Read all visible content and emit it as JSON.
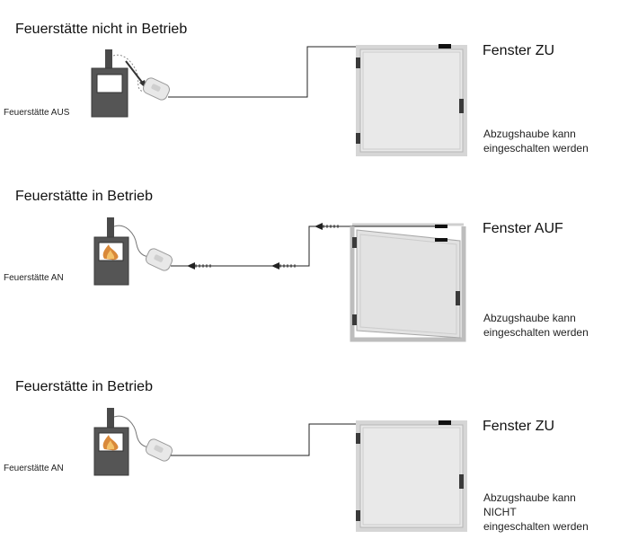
{
  "panels": [
    {
      "heading": "Feuerstätte nicht in Betrieb",
      "stove_label": "Feuerstätte AUS",
      "stove_state": "off",
      "window_label": "Fenster ZU",
      "window_state": "closed",
      "hood_text": [
        "Abzugshaube kann",
        "eingeschalten werden"
      ]
    },
    {
      "heading": "Feuerstätte in Betrieb",
      "stove_label": "Feuerstätte AN",
      "stove_state": "on",
      "window_label": "Fenster AUF",
      "window_state": "open",
      "hood_text": [
        "Abzugshaube kann",
        "eingeschalten werden"
      ]
    },
    {
      "heading": "Feuerstätte in Betrieb",
      "stove_label": "Feuerstätte AN",
      "stove_state": "on",
      "window_label": "Fenster ZU",
      "window_state": "closed",
      "hood_text": [
        "Abzugshaube kann",
        "NICHT",
        "eingeschalten werden"
      ]
    }
  ]
}
